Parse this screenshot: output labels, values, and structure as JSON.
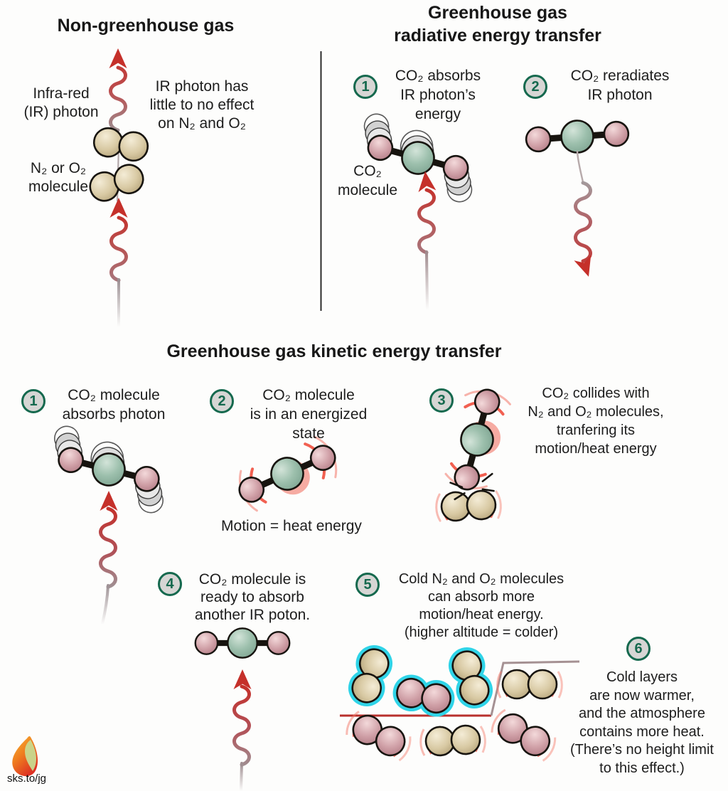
{
  "colors": {
    "accent_red": "#c5302a",
    "step_badge_green": "#15694e",
    "cold_cyan": "#2fd4e8",
    "molecule_tan": "#cdbb92",
    "molecule_pink": "#c9969e",
    "carbon_green": "#93b8a5"
  },
  "left_panel": {
    "title": "Non-greenhouse gas",
    "ir_label": [
      "Infra-red",
      "(IR) photon"
    ],
    "effect": [
      "IR photon has",
      "little to no effect",
      "on N₂ and O₂"
    ],
    "molecule_label": [
      "N₂ or O₂",
      "molecule"
    ]
  },
  "radiative_panel": {
    "title": [
      "Greenhouse gas",
      "radiative energy transfer"
    ],
    "steps": [
      {
        "num": "1",
        "lines": [
          "CO₂ absorbs",
          "IR photon’s",
          "energy"
        ]
      },
      {
        "num": "2",
        "lines": [
          "CO₂ reradiates",
          "IR photon"
        ]
      }
    ],
    "co2_label": [
      "CO₂",
      "molecule"
    ]
  },
  "kinetic_panel": {
    "title": "Greenhouse gas kinetic energy transfer",
    "steps": [
      {
        "num": "1",
        "lines": [
          "CO₂ molecule",
          "absorbs photon"
        ]
      },
      {
        "num": "2",
        "lines": [
          "CO₂ molecule",
          "is in an energized",
          "state"
        ]
      },
      {
        "num": "3",
        "lines": [
          "CO₂ collides with",
          "N₂ and O₂ molecules,",
          "tranfering its",
          "motion/heat energy"
        ]
      },
      {
        "num": "4",
        "lines": [
          "CO₂ molecule is",
          "ready to absorb",
          "another IR poton."
        ]
      },
      {
        "num": "5",
        "lines": [
          "Cold N₂ and O₂ molecules",
          "can absorb more",
          "motion/heat energy.",
          "(higher altitude = colder)"
        ]
      },
      {
        "num": "6",
        "lines": [
          "Cold layers",
          "are now warmer,",
          "and the atmosphere",
          "contains more heat.",
          "(There’s no height limit",
          "to this effect.)"
        ]
      }
    ],
    "motion_note": "Motion = heat energy"
  },
  "footer": {
    "credit": "sks.to/jg"
  }
}
